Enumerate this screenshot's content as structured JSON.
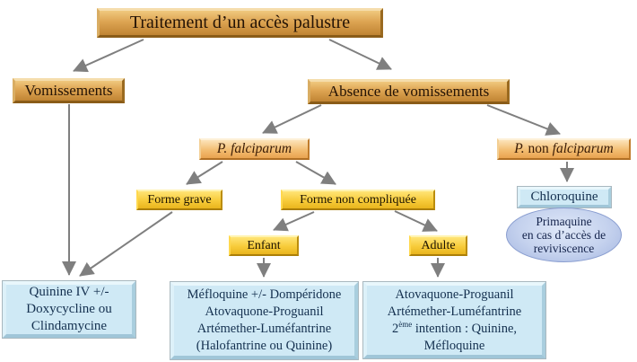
{
  "diagram": {
    "type": "flowchart",
    "background": "#ffffff",
    "colors": {
      "arrow": "#7f7f7f",
      "orange_box": "#dda452",
      "orange_light_box": "#f3bd72",
      "yellow_box": "#f7cb3a",
      "blue_box": "#cfe9f5",
      "ellipse_fill": "#c5d2ee"
    },
    "nodes": {
      "title": {
        "label": "Traitement d’un accès palustre"
      },
      "vomissements": {
        "label": "Vomissements"
      },
      "absence": {
        "label": "Absence de vomissements"
      },
      "p_falciparum": {
        "label": "P. falciparum"
      },
      "p_non_falciparum": {
        "genus": "P.",
        "mid": " non ",
        "species": "falciparum"
      },
      "forme_grave": {
        "label": "Forme grave"
      },
      "forme_non_compliquee": {
        "label": "Forme non compliquée"
      },
      "enfant": {
        "label": "Enfant"
      },
      "adulte": {
        "label": "Adulte"
      },
      "chloroquine": {
        "label": "Chloroquine"
      },
      "primaquine": {
        "lines": [
          "Primaquine",
          "en cas d’accès de",
          "reviviscence"
        ]
      },
      "quinine_iv": {
        "lines": [
          "Quinine IV +/-",
          "Doxycycline ou",
          "Clindamycine"
        ]
      },
      "mefloquine": {
        "lines": [
          "Méfloquine +/- Dompéridone",
          "Atovaquone-Proguanil",
          "Artémether-Luméfantrine",
          "(Halofantrine ou Quinine)"
        ]
      },
      "atovaquone": {
        "line1": "Atovaquone-Proguanil",
        "line2": "Artémether-Luméfantrine",
        "line3_base": "2",
        "line3_sup": "ème",
        "line3_rest": " intention : Quinine,",
        "line4": "Méfloquine"
      }
    },
    "edges": [
      {
        "from": "title",
        "to": "vomissements"
      },
      {
        "from": "title",
        "to": "absence"
      },
      {
        "from": "vomissements",
        "to": "quinine_iv"
      },
      {
        "from": "absence",
        "to": "p_falciparum"
      },
      {
        "from": "absence",
        "to": "p_non_falciparum"
      },
      {
        "from": "p_falciparum",
        "to": "forme_grave"
      },
      {
        "from": "p_falciparum",
        "to": "forme_non_compliquee"
      },
      {
        "from": "forme_grave",
        "to": "quinine_iv"
      },
      {
        "from": "forme_non_compliquee",
        "to": "enfant"
      },
      {
        "from": "forme_non_compliquee",
        "to": "adulte"
      },
      {
        "from": "enfant",
        "to": "mefloquine"
      },
      {
        "from": "adulte",
        "to": "atovaquone"
      },
      {
        "from": "p_non_falciparum",
        "to": "chloroquine"
      }
    ]
  }
}
